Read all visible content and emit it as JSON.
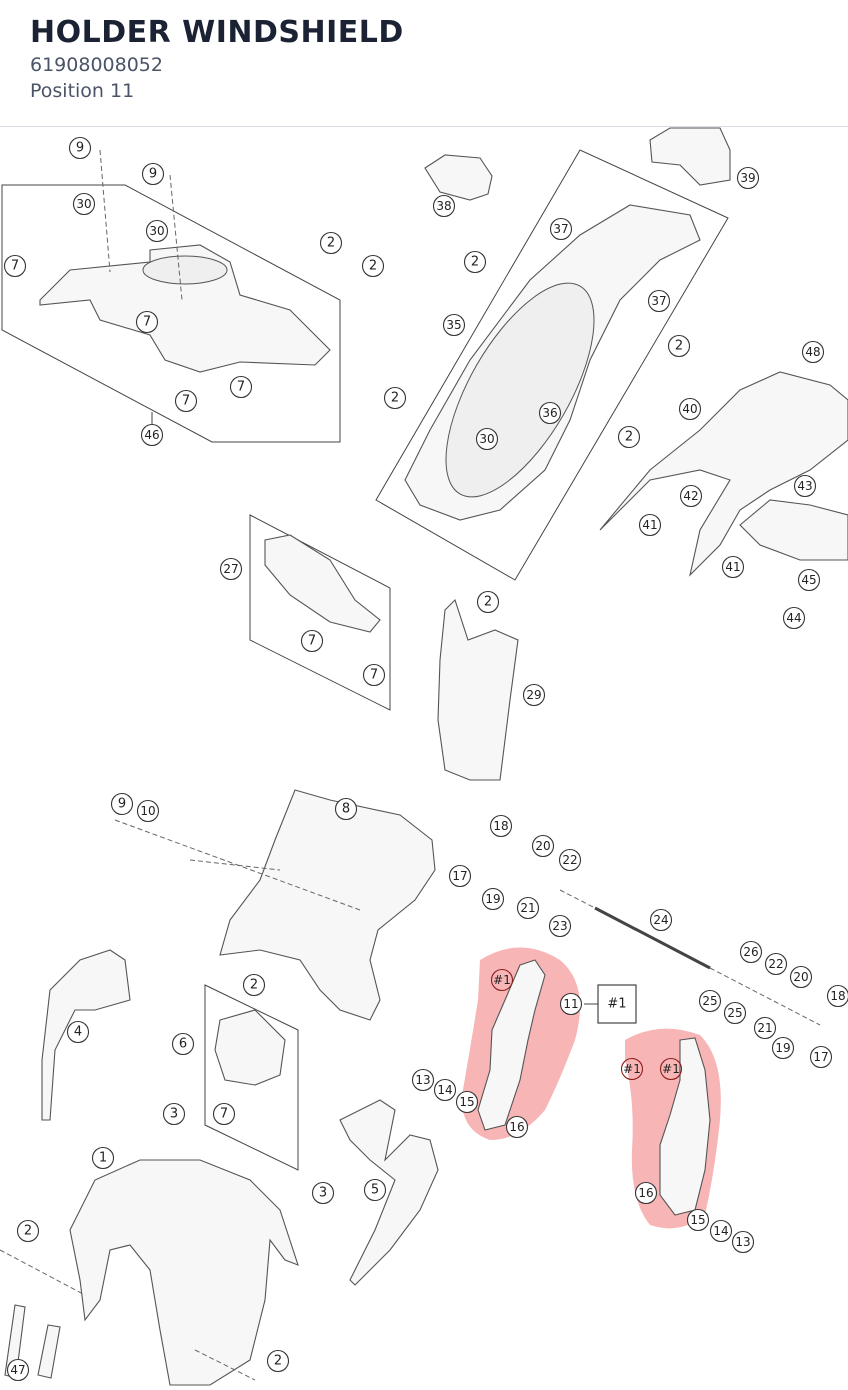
{
  "header": {
    "title": "HOLDER WINDSHIELD",
    "part_number": "61908008052",
    "position": "Position 11"
  },
  "callouts": [
    {
      "id": "c1",
      "text": "9"
    },
    {
      "id": "c2",
      "text": "9"
    },
    {
      "id": "c3",
      "text": "30"
    },
    {
      "id": "c4",
      "text": "30"
    },
    {
      "id": "c5",
      "text": "7"
    },
    {
      "id": "c6",
      "text": "7"
    },
    {
      "id": "c7",
      "text": "7"
    },
    {
      "id": "c8",
      "text": "7"
    },
    {
      "id": "c9",
      "text": "46"
    },
    {
      "id": "c10",
      "text": "2"
    },
    {
      "id": "c11",
      "text": "2"
    },
    {
      "id": "c12",
      "text": "38"
    },
    {
      "id": "c13",
      "text": "37"
    },
    {
      "id": "c14",
      "text": "2"
    },
    {
      "id": "c15",
      "text": "37"
    },
    {
      "id": "c16",
      "text": "35"
    },
    {
      "id": "c17",
      "text": "2"
    },
    {
      "id": "c18",
      "text": "2"
    },
    {
      "id": "c19",
      "text": "36"
    },
    {
      "id": "c20",
      "text": "30"
    },
    {
      "id": "c21",
      "text": "2"
    },
    {
      "id": "c22",
      "text": "39"
    },
    {
      "id": "c23",
      "text": "48"
    },
    {
      "id": "c24",
      "text": "40"
    },
    {
      "id": "c25",
      "text": "42"
    },
    {
      "id": "c26",
      "text": "43"
    },
    {
      "id": "c27",
      "text": "41"
    },
    {
      "id": "c28",
      "text": "41"
    },
    {
      "id": "c29",
      "text": "45"
    },
    {
      "id": "c30",
      "text": "44"
    },
    {
      "id": "c31",
      "text": "27"
    },
    {
      "id": "c32",
      "text": "7"
    },
    {
      "id": "c33",
      "text": "7"
    },
    {
      "id": "c34",
      "text": "2"
    },
    {
      "id": "c35",
      "text": "29"
    },
    {
      "id": "c36",
      "text": "9"
    },
    {
      "id": "c37",
      "text": "10"
    },
    {
      "id": "c38",
      "text": "8"
    },
    {
      "id": "c39",
      "text": "18"
    },
    {
      "id": "c40",
      "text": "20"
    },
    {
      "id": "c41",
      "text": "22"
    },
    {
      "id": "c42",
      "text": "17"
    },
    {
      "id": "c43",
      "text": "19"
    },
    {
      "id": "c44",
      "text": "21"
    },
    {
      "id": "c45",
      "text": "23"
    },
    {
      "id": "c46",
      "text": "24"
    },
    {
      "id": "c47",
      "text": "4"
    },
    {
      "id": "c48",
      "text": "2"
    },
    {
      "id": "c49",
      "text": "6"
    },
    {
      "id": "c50",
      "text": "7"
    },
    {
      "id": "c51",
      "text": "3"
    },
    {
      "id": "c52",
      "text": "1"
    },
    {
      "id": "c53",
      "text": "3"
    },
    {
      "id": "c54",
      "text": "2"
    },
    {
      "id": "c55",
      "text": "5"
    },
    {
      "id": "c56",
      "text": "47"
    },
    {
      "id": "c57",
      "text": "2"
    },
    {
      "id": "c58",
      "text": "#1"
    },
    {
      "id": "c59",
      "text": "11"
    },
    {
      "id": "c60",
      "text": "13"
    },
    {
      "id": "c61",
      "text": "14"
    },
    {
      "id": "c62",
      "text": "15"
    },
    {
      "id": "c63",
      "text": "16"
    },
    {
      "id": "c64",
      "text": "#1"
    },
    {
      "id": "c65",
      "text": "#1"
    },
    {
      "id": "c66",
      "text": "16"
    },
    {
      "id": "c67",
      "text": "15"
    },
    {
      "id": "c68",
      "text": "14"
    },
    {
      "id": "c69",
      "text": "13"
    },
    {
      "id": "c70",
      "text": "26"
    },
    {
      "id": "c71",
      "text": "22"
    },
    {
      "id": "c72",
      "text": "20"
    },
    {
      "id": "c73",
      "text": "18"
    },
    {
      "id": "c74",
      "text": "25"
    },
    {
      "id": "c75",
      "text": "25"
    },
    {
      "id": "c76",
      "text": "21"
    },
    {
      "id": "c77",
      "text": "19"
    },
    {
      "id": "c78",
      "text": "17"
    }
  ],
  "reference_box": {
    "text": "#1"
  },
  "highlight_color": "#ef5a5a"
}
